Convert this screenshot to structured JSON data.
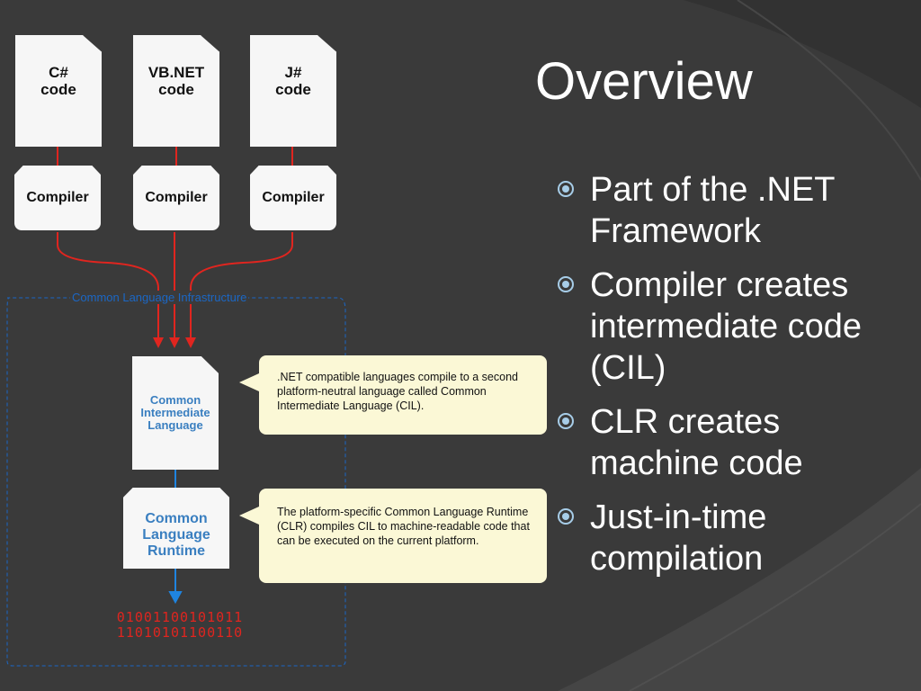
{
  "slide": {
    "title": "Overview",
    "bullets": [
      "Part of the .NET Framework",
      "Compiler creates intermediate code (CIL)",
      "CLR creates machine code",
      "Just-in-time compilation"
    ]
  },
  "diagram": {
    "sources": [
      {
        "line1": "C#",
        "line2": "code"
      },
      {
        "line1": "VB.NET",
        "line2": "code"
      },
      {
        "line1": "J#",
        "line2": "code"
      }
    ],
    "compiler_label": "Compiler",
    "cli_label": "Common Language Infrastructure",
    "cil": {
      "line1": "Common",
      "line2": "Intermediate",
      "line3": "Language"
    },
    "clr": {
      "line1": "Common",
      "line2": "Language",
      "line3": "Runtime"
    },
    "note_cil": ".NET compatible languages compile to a second platform-neutral language called Common Intermediate Language (CIL).",
    "note_clr": "The platform-specific Common Language Runtime (CLR) compiles CIL to machine-readable code that can be executed on the current platform.",
    "binary_line1": "01001100101011",
    "binary_line2": "11010101100110"
  },
  "colors": {
    "background": "#3b3b3b",
    "arrow_red": "#e0251f",
    "arrow_blue": "#1f84e0",
    "accent_blue": "#3a7fc0",
    "note_bg": "#fbf8d6",
    "bullet": "#a7cde8"
  }
}
